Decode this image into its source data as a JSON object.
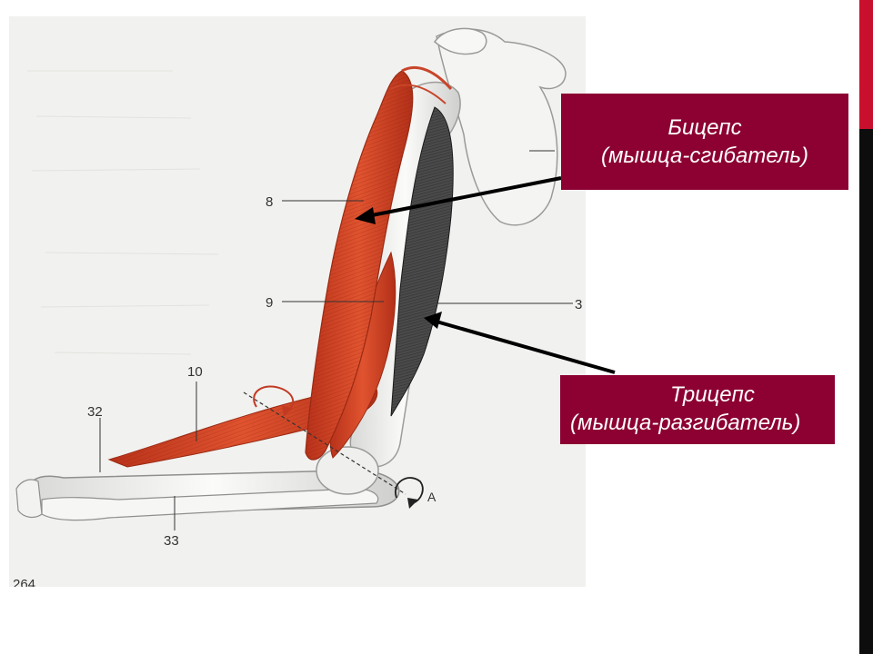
{
  "figure": {
    "numbers": {
      "n8": "8",
      "n9": "9",
      "n3": "3",
      "n10": "10",
      "n32": "32",
      "n33": "33",
      "axis_letter": "A",
      "page": "264"
    }
  },
  "labels": {
    "biceps": {
      "line1": "Бицепс",
      "line2": "(мышца-сгибатель)"
    },
    "triceps": {
      "line1": "Трицепс",
      "line2": "(мышца-разгибатель)"
    }
  },
  "colors": {
    "label_bg": "#8c0032",
    "accent_red": "#c8102e",
    "accent_black": "#0d0d0d",
    "muscle": "#d9452a"
  }
}
